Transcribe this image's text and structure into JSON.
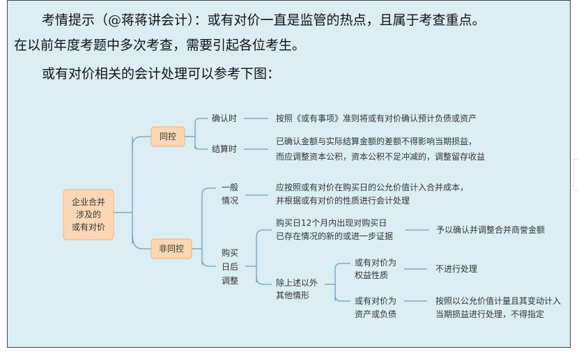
{
  "text": {
    "para1_line1": "考情提示（@蒋蒋讲会计）：或有对价一直是监管的热点，且属于考查重点。",
    "para1_line2": "在以前年度考题中多次考查，需要引起各位考生。",
    "para2": "或有对价相关的会计处理可以参考下图："
  },
  "mindmap": {
    "root": [
      "企业合并",
      "涉及的",
      "或有对价"
    ],
    "branch_same": "同控",
    "branch_diff": "非同控",
    "same_recognize": "确认时",
    "same_recognize_desc": "按照《或有事项》准则将或有对价确认预计负债或资产",
    "same_settle": "结算时",
    "same_settle_desc1": "已确认金额与实际结算金额的差额不得影响当期损益，",
    "same_settle_desc2": "而应调整资本公积，资本公积不足冲减的，调整留存收益",
    "diff_general1": "一般",
    "diff_general2": "情况",
    "diff_general_desc1": "应按照或有对价在购买日的公允价值计入合并成本，",
    "diff_general_desc2": "并根据或有对价的性质进行会计处理",
    "diff_adjust1": "购买",
    "diff_adjust2": "日后",
    "diff_adjust3": "调整",
    "within12_1": "购买日12个月内出现对购买日",
    "within12_2": "已存在情况的新的或进一步证据",
    "within12_result": "予以确认并调整合并商誉金额",
    "other1": "除上述以外",
    "other2": "其他情形",
    "equity1": "或有对价为",
    "equity2": "权益性质",
    "equity_result": "不进行处理",
    "asset1": "或有对价为",
    "asset2": "资产或负债",
    "asset_result1": "按照以公允价值计量且其变动计入",
    "asset_result2": "当期损益进行处理，不得指定"
  },
  "colors": {
    "panel_bg": "#daeef3",
    "node_fill": "#fbd7b4",
    "node_stroke": "#f0b07c",
    "line": "#6f9fbe"
  }
}
